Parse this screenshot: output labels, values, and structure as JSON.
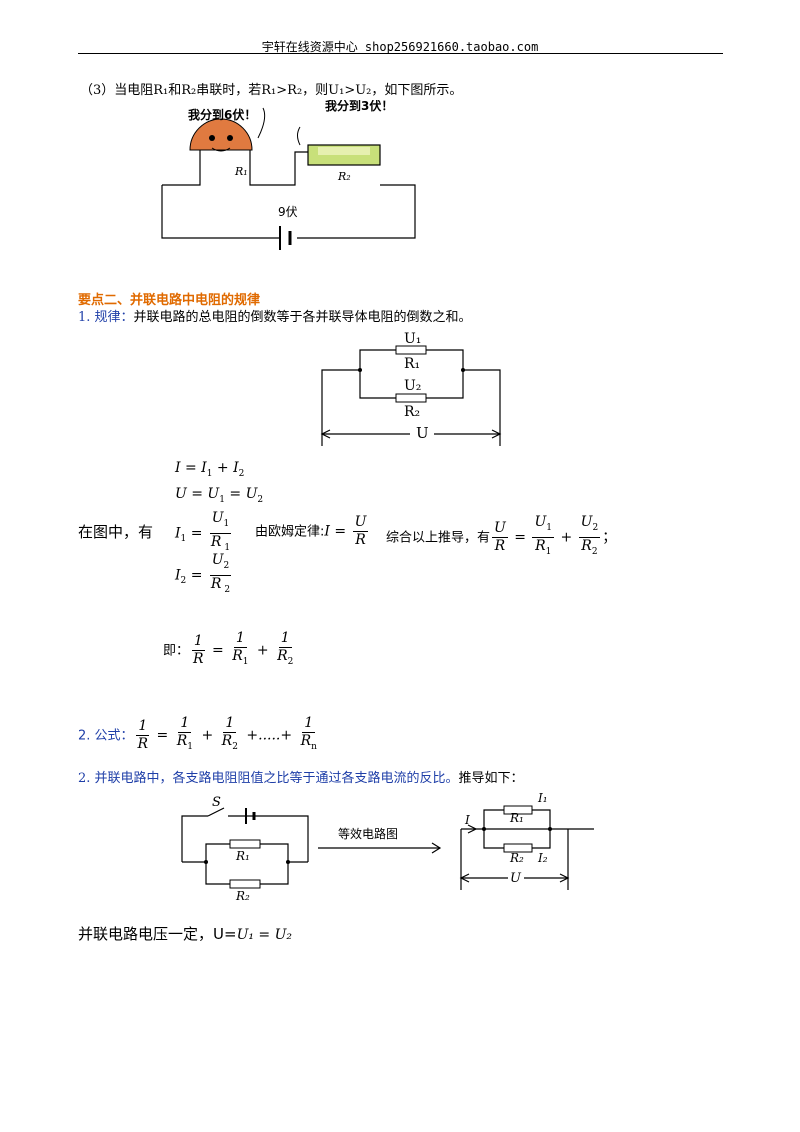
{
  "header": {
    "text": "宇轩在线资源中心   shop256921660.taobao.com"
  },
  "section1": {
    "item3": "（3）当电阻R₁和R₂串联时，若R₁>R₂，则U₁>U₂，如下图所示。",
    "cartoon": {
      "bubble1": "我分到6伏！",
      "bubble2": "我分到3伏！",
      "r1": "R₁",
      "r2": "R₂",
      "battery": "9伏"
    }
  },
  "section2": {
    "heading": "要点二、并联电路中电阻的规律",
    "rule_label": "1. 规律：",
    "rule_text": "并联电路的总电阻的倒数等于各并联导体电阻的倒数之和。",
    "diagram": {
      "u1": "U₁",
      "r1": "R₁",
      "u2": "U₂",
      "r2": "R₂",
      "u": "U"
    },
    "in_figure": "在图中，有",
    "ohm_text": "由欧姆定律:",
    "combine_text": "综合以上推导，有",
    "semicolon": "；",
    "ji": "即：",
    "formula_label": "2. 公式：",
    "ratio_label": "2. 并联电路中，各支路电阻阻值之比等于通过各支路电流的反比。",
    "ratio_tail": "推导如下：",
    "diagram2": {
      "s": "S",
      "r1": "R₁",
      "r2": "R₂",
      "equiv": "等效电路图",
      "i": "I",
      "i1": "I₁",
      "i2": "I₂",
      "u": "U"
    },
    "voltage_text": "并联电路电压一定，U=",
    "voltage_eq": "U₁ = U₂"
  }
}
